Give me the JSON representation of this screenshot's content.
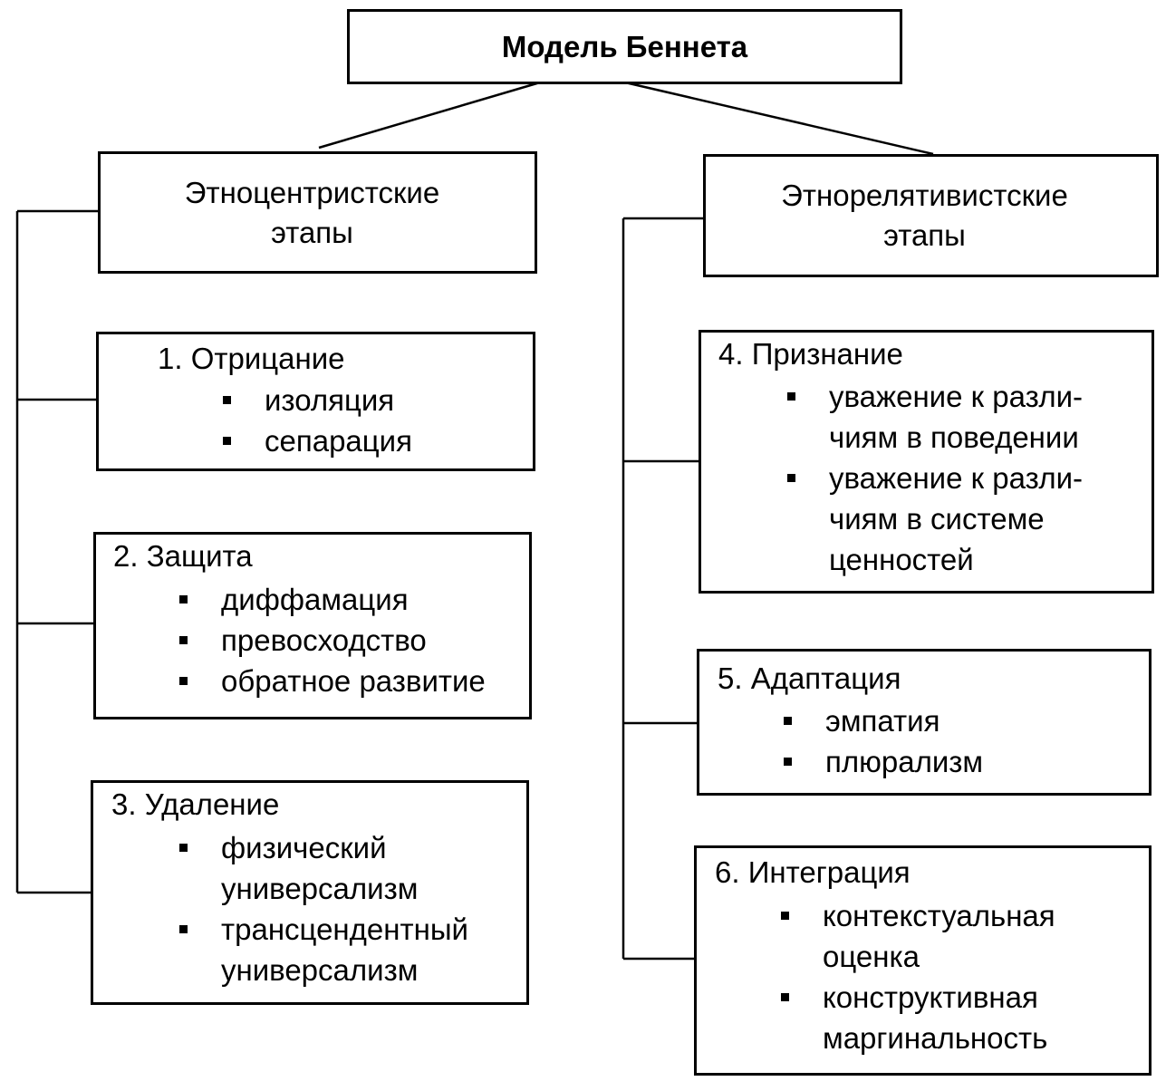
{
  "title": "Модель Беннета",
  "groups": {
    "left": {
      "line1": "Этноцентристские",
      "line2": "этапы"
    },
    "right": {
      "line1": "Этнорелятивистские",
      "line2": "этапы"
    }
  },
  "stages": [
    {
      "heading": "1. Отрицание",
      "items": [
        "изоляция",
        "сепарация"
      ]
    },
    {
      "heading": "2. Защита",
      "items": [
        "диффамация",
        "превосходство",
        "обратное развитие"
      ]
    },
    {
      "heading": "3. Удаление",
      "items": [
        {
          "l1": "физический",
          "l2": "универсализм"
        },
        {
          "l1": "трансцендентный",
          "l2": "универсализм"
        }
      ]
    },
    {
      "heading": "4. Признание",
      "items": [
        {
          "l1": "уважение к разли-",
          "l2": "чиям в поведении"
        },
        {
          "l1": "уважение к разли-",
          "l2": "чиям в системе",
          "l3": "ценностей"
        }
      ]
    },
    {
      "heading": "5. Адаптация",
      "items": [
        "эмпатия",
        "плюрализм"
      ]
    },
    {
      "heading": "6. Интеграция",
      "items": [
        {
          "l1": "контекстуальная",
          "l2": "оценка"
        },
        {
          "l1": "конструктивная",
          "l2": "маргинальность"
        }
      ]
    }
  ]
}
